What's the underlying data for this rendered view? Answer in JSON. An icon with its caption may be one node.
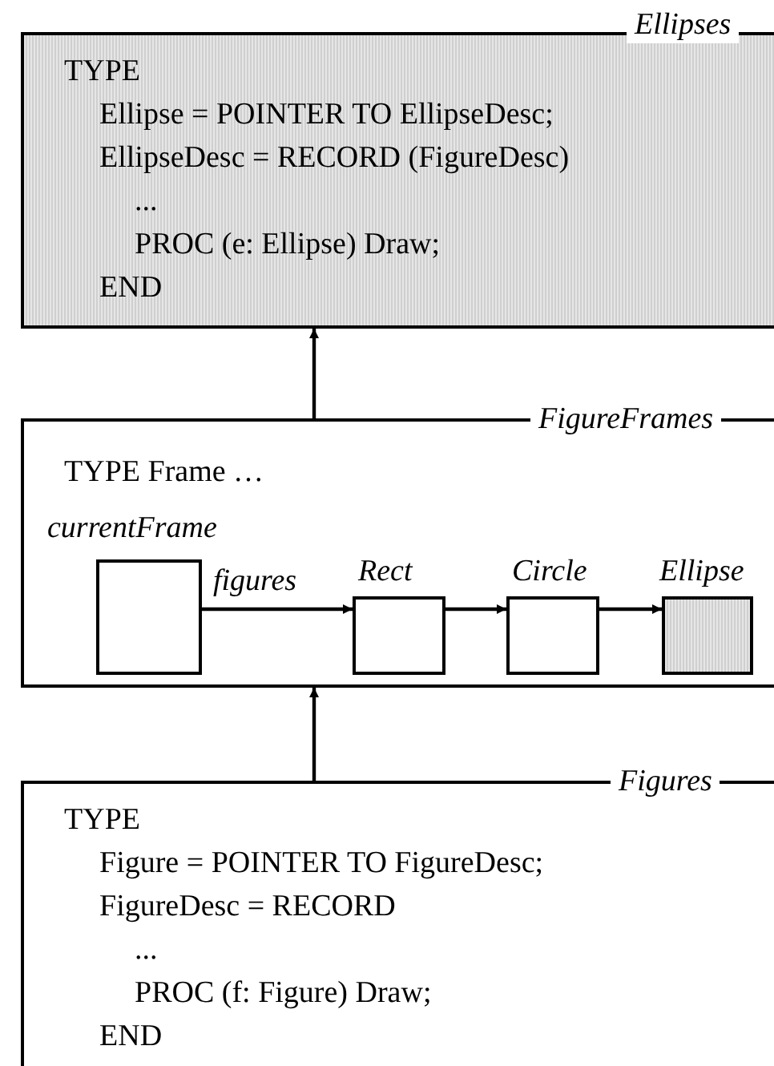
{
  "diagram": {
    "nodes": [
      {
        "text": [
          "Ellipses",
          "TYPE",
          "Ellipse = POINTER TO EllipseDesc;",
          "EllipseDesc = RECORD (FigureDesc)",
          "...",
          "PROC (e: Ellipse) Draw;",
          "END"
        ]
      },
      {
        "text": [
          "FigureFrames",
          "TYPE Frame …"
        ]
      },
      {
        "text": [
          "currentFrame"
        ],
        "in": 1
      },
      {
        "text": [
          "Rect"
        ],
        "in": 1
      },
      {
        "text": [
          "Circle"
        ],
        "in": 1
      },
      {
        "text": [
          "Ellipse"
        ],
        "in": 1
      },
      {
        "text": [
          "Figures",
          "TYPE",
          "Figure = POINTER TO FigureDesc;",
          "FigureDesc = RECORD",
          "...",
          "PROC (f: Figure) Draw;",
          "END"
        ]
      }
    ],
    "edges": [
      {
        "from": 1,
        "to": 0,
        "arrow": "to"
      },
      {
        "from": 6,
        "to": 1,
        "arrow": "to"
      },
      {
        "from": 2,
        "to": 3,
        "label": "figures",
        "arrow": "to"
      },
      {
        "from": 3,
        "to": 4,
        "arrow": "to"
      },
      {
        "from": 4,
        "to": 5,
        "arrow": "to"
      }
    ]
  }
}
